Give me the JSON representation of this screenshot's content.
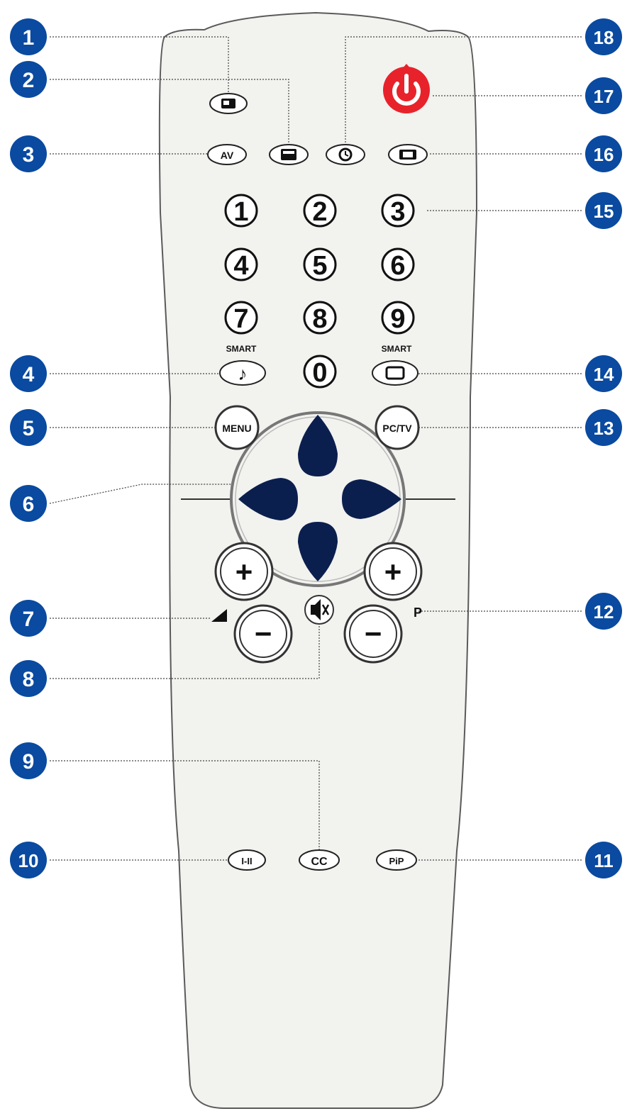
{
  "colors": {
    "callout": "#0a4aa0",
    "power": "#e8222b",
    "arrow": "#0b1f4e",
    "body_fill": "#f2f2ef",
    "body_stroke": "#5a5a5a"
  },
  "callouts": [
    "1",
    "2",
    "3",
    "4",
    "5",
    "6",
    "7",
    "8",
    "9",
    "10",
    "11",
    "12",
    "13",
    "14",
    "15",
    "16",
    "17",
    "18"
  ],
  "buttons": {
    "av": "AV",
    "digits": [
      "1",
      "2",
      "3",
      "4",
      "5",
      "6",
      "7",
      "8",
      "9",
      "0"
    ],
    "smart_left": "SMART",
    "smart_right": "SMART",
    "music_note": "♪",
    "menu": "MENU",
    "pctv": "PC/TV",
    "plus_left": "+",
    "plus_right": "+",
    "minus_left": "−",
    "minus_right": "−",
    "program_letter": "P",
    "mute_glyph": "🔇",
    "hi": "I-II",
    "cc": "CC",
    "pip": "PiP"
  },
  "icons": {
    "power": "power-icon",
    "teletext": "teletext-icon",
    "clock": "clock-icon",
    "screen": "screen-format-icon",
    "pip_window": "pip-window-icon",
    "volume": "volume-ramp-icon",
    "mute": "mute-icon"
  }
}
